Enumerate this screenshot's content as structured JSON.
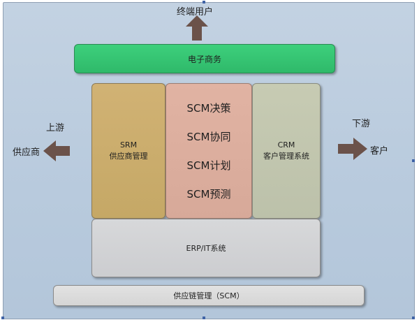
{
  "top_label": "终端用户",
  "ecommerce_label": "电子商务",
  "srm": {
    "line1": "SRM",
    "line2": "供应商管理"
  },
  "scm_items": [
    "SCM决策",
    "SCM协同",
    "SCM计划",
    "SCM预测"
  ],
  "crm": {
    "line1": "CRM",
    "line2": "客户管理系统"
  },
  "erp_label": "ERP/IT系统",
  "bottom_label": "供应链管理（SCM）",
  "left": {
    "upper": "上游",
    "lower": "供应商"
  },
  "right": {
    "upper": "下游",
    "lower": "客户"
  },
  "icons": [
    "arrow-up-icon",
    "arrow-left-icon",
    "arrow-right-icon"
  ],
  "colors": {
    "arrow": "#6b524a",
    "ecommerce": "#34c172",
    "srm": "#cbad6d",
    "scm": "#dcae9e",
    "crm": "#c1c6ae",
    "erp": "#d1d2d5"
  }
}
